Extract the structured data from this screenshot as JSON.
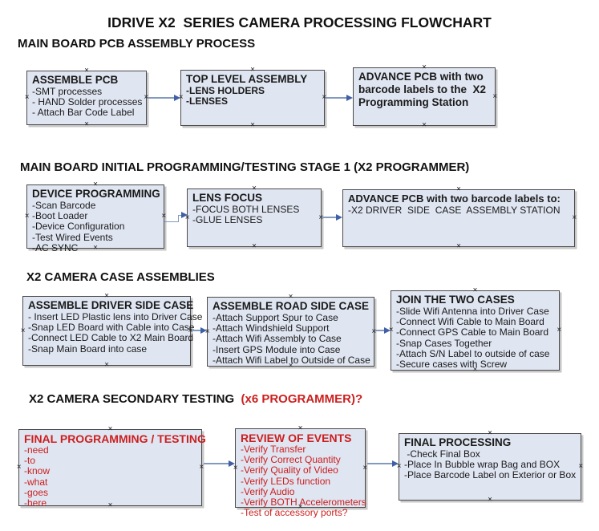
{
  "title": "IDRIVE X2  SERIES CAMERA PROCESSING FLOWCHART",
  "icons": {
    "connection_point": "×"
  },
  "colors": {
    "box_fill": "#dfe5f1",
    "box_border": "#4a4a4a",
    "connector_line": "#8299c0",
    "connector_arrow": "#3f5fa6",
    "accent_red": "#cc1f1f",
    "text": "#1a1a1a"
  },
  "sections": [
    {
      "heading": "MAIN BOARD PCB ASSEMBLY PROCESS",
      "boxes": [
        {
          "title": "ASSEMBLE PCB",
          "lines": [
            "-SMT processes",
            "- HAND Solder processes",
            "- Attach Bar Code Label"
          ]
        },
        {
          "title": "TOP LEVEL ASSEMBLY",
          "lines": [
            "-LENS HOLDERS",
            "-LENSES"
          ]
        },
        {
          "title": "ADVANCE PCB with two barcode labels to the  X2 Programming Station",
          "lines": []
        }
      ]
    },
    {
      "heading": "MAIN BOARD INITIAL PROGRAMMING/TESTING STAGE 1 (X2 PROGRAMMER)",
      "boxes": [
        {
          "title": "DEVICE PROGRAMMING",
          "lines": [
            "-Scan Barcode",
            "-Boot Loader",
            "-Device Configuration",
            "-Test Wired Events",
            "-AC SYNC"
          ]
        },
        {
          "title": "LENS FOCUS",
          "lines": [
            "-FOCUS BOTH LENSES",
            "-GLUE LENSES"
          ]
        },
        {
          "title": "ADVANCE PCB with two barcode labels to:",
          "lines": [
            "-X2 DRIVER  SIDE  CASE  ASSEMBLY STATION"
          ]
        }
      ]
    },
    {
      "heading": "X2 CAMERA CASE ASSEMBLIES",
      "boxes": [
        {
          "title": "ASSEMBLE DRIVER SIDE CASE",
          "lines": [
            "- Insert LED Plastic lens into Driver Case",
            "-Snap LED Board with Cable into Case",
            "-Connect LED Cable to X2 Main Board",
            "-Snap Main Board into case"
          ]
        },
        {
          "title": "ASSEMBLE ROAD SIDE CASE",
          "lines": [
            "-Attach Support Spur to Case",
            "-Attach Windshield Support",
            "-Attach Wifi Assembly to Case",
            "-Insert GPS Module into Case",
            "-Attach Wifi Label to Outside of Case"
          ]
        },
        {
          "title": "JOIN THE TWO CASES",
          "lines": [
            "-Slide Wifi Antenna into Driver Case",
            "-Connect Wifi Cable to Main Board",
            "-Connect GPS Cable to Main Board",
            "-Snap Cases Together",
            "-Attach S/N Label to outside of case",
            "-Secure cases with Screw"
          ]
        }
      ]
    },
    {
      "heading": "X2 CAMERA SECONDARY TESTING ",
      "heading_red": " (x6 PROGRAMMER)?",
      "boxes": [
        {
          "title": "FINAL PROGRAMMING / TESTING",
          "lines": [
            "-need",
            "-to",
            "-know",
            "-what",
            "-goes",
            "-here"
          ]
        },
        {
          "title": "REVIEW OF EVENTS",
          "lines": [
            "-Verify Transfer",
            "-Verify Correct Quantity",
            "-Verify Quality of Video",
            "-Verify LEDs function",
            "-Verify Audio",
            "-Verify BOTH Accelerometers",
            "-Test of accessory ports?"
          ]
        },
        {
          "title": "FINAL PROCESSING",
          "lines": [
            " -Check Final Box",
            "-Place In Bubble wrap Bag and BOX",
            "-Place Barcode Label on Exterior or Box"
          ]
        }
      ]
    }
  ]
}
